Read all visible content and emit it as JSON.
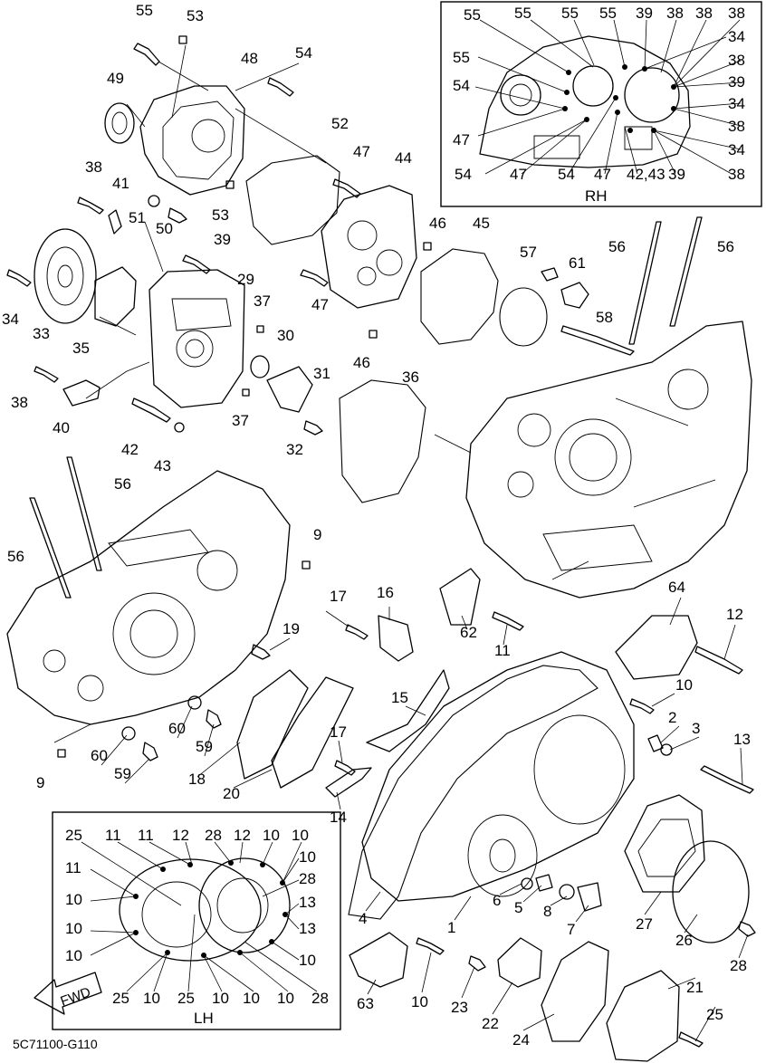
{
  "document_code": "5C71100-G110",
  "inset_rh": {
    "title": "RH",
    "labels": [
      "55",
      "55",
      "55",
      "55",
      "39",
      "38",
      "38",
      "38",
      "55",
      "34",
      "38",
      "54",
      "39",
      "34",
      "47",
      "38",
      "34",
      "54",
      "47",
      "54",
      "47",
      "42,43",
      "39",
      "38"
    ]
  },
  "inset_lh": {
    "title": "LH",
    "labels": [
      "25",
      "11",
      "11",
      "12",
      "28",
      "12",
      "10",
      "10",
      "11",
      "10",
      "28",
      "10",
      "13",
      "10",
      "13",
      "10",
      "10",
      "25",
      "10",
      "25",
      "10",
      "10",
      "10",
      "28"
    ]
  },
  "fwd_badge": "FWD",
  "callouts": [
    "55",
    "53",
    "54",
    "49",
    "48",
    "38",
    "41",
    "51",
    "50",
    "53",
    "52",
    "47",
    "44",
    "34",
    "33",
    "35",
    "39",
    "29",
    "37",
    "47",
    "46",
    "45",
    "57",
    "61",
    "56",
    "56",
    "58",
    "30",
    "31",
    "38",
    "40",
    "42",
    "43",
    "37",
    "32",
    "46",
    "36",
    "56",
    "56",
    "9",
    "9",
    "17",
    "16",
    "64",
    "12",
    "62",
    "11",
    "19",
    "10",
    "15",
    "60",
    "59",
    "60",
    "59",
    "2",
    "3",
    "13",
    "18",
    "20",
    "17",
    "14",
    "25",
    "11",
    "11",
    "12",
    "28",
    "12",
    "10",
    "10",
    "11",
    "10",
    "28",
    "10",
    "13",
    "10",
    "13",
    "10",
    "10",
    "25",
    "10",
    "25",
    "10",
    "10",
    "10",
    "28",
    "6",
    "5",
    "8",
    "7",
    "27",
    "26",
    "28",
    "4",
    "1",
    "63",
    "10",
    "23",
    "22",
    "24",
    "21",
    "25"
  ]
}
